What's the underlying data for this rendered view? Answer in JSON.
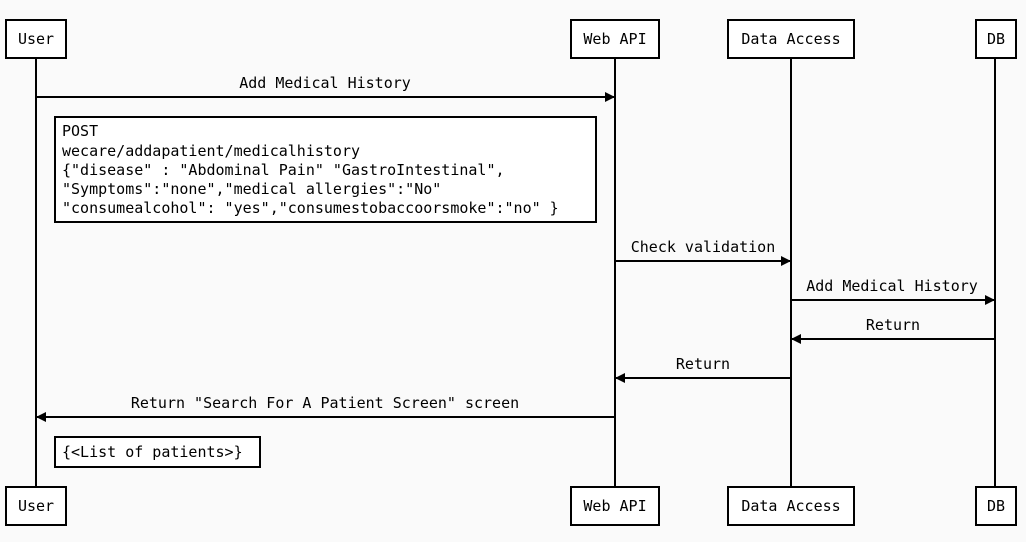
{
  "participants": [
    {
      "id": "user",
      "label": "User"
    },
    {
      "id": "webapi",
      "label": "Web API"
    },
    {
      "id": "dataaccess",
      "label": "Data Access"
    },
    {
      "id": "db",
      "label": "DB"
    }
  ],
  "messages": [
    {
      "from": "user",
      "to": "webapi",
      "label": "Add Medical History"
    },
    {
      "from": "webapi",
      "to": "dataaccess",
      "label": "Check validation"
    },
    {
      "from": "dataaccess",
      "to": "db",
      "label": "Add Medical History"
    },
    {
      "from": "db",
      "to": "dataaccess",
      "label": "Return"
    },
    {
      "from": "dataaccess",
      "to": "webapi",
      "label": "Return"
    },
    {
      "from": "webapi",
      "to": "user",
      "label": "Return \"Search For A Patient Screen\" screen"
    }
  ],
  "notes": [
    {
      "id": "request-note",
      "lines": [
        "POST",
        "wecare/addapatient/medicalhistory",
        "{\"disease\" : \"Abdominal Pain\" \"GastroIntestinal\",",
        "\"Symptoms\":\"none\",\"medical allergies\":\"No\"",
        "\"consumealcohol\": \"yes\",\"consumestobaccoorsmoke\":\"no\" }"
      ]
    },
    {
      "id": "response-note",
      "lines": [
        "{<List of patients>}"
      ]
    }
  ]
}
